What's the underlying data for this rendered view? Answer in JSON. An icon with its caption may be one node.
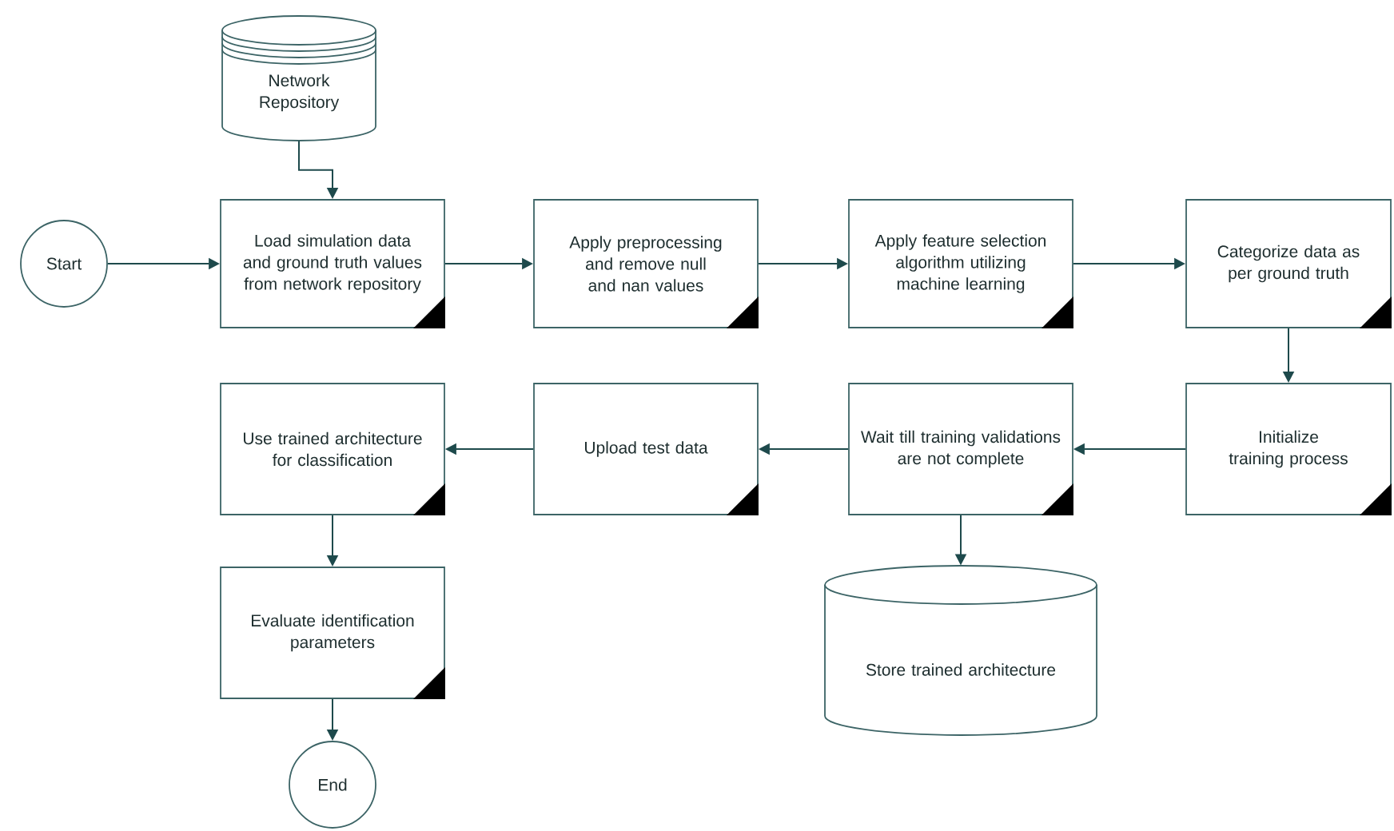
{
  "diagram": {
    "nodes": [
      {
        "text": [
          "Network Repository"
        ]
      },
      {
        "text": [
          "Start"
        ]
      },
      {
        "text": [
          "Load simulation data and ground truth values from network repository"
        ]
      },
      {
        "text": [
          "Apply preprocessing and remove null and nan values"
        ]
      },
      {
        "text": [
          "Apply feature selection algorithm utilizing machine learning"
        ]
      },
      {
        "text": [
          "Categorize data as per ground truth"
        ]
      },
      {
        "text": [
          "Initialize training process"
        ]
      },
      {
        "text": [
          "Wait till training validations are not complete"
        ]
      },
      {
        "text": [
          "Upload test data"
        ]
      },
      {
        "text": [
          "Use trained architecture for classification"
        ]
      },
      {
        "text": [
          "Store trained architecture"
        ]
      },
      {
        "text": [
          "Evaluate identification parameters"
        ]
      },
      {
        "text": [
          "End"
        ]
      }
    ],
    "edges": [
      {
        "from": 0,
        "to": 2,
        "arrow": "to"
      },
      {
        "from": 1,
        "to": 2,
        "arrow": "to"
      },
      {
        "from": 2,
        "to": 3,
        "arrow": "to"
      },
      {
        "from": 3,
        "to": 4,
        "arrow": "to"
      },
      {
        "from": 4,
        "to": 5,
        "arrow": "to"
      },
      {
        "from": 5,
        "to": 6,
        "arrow": "to"
      },
      {
        "from": 6,
        "to": 7,
        "arrow": "to"
      },
      {
        "from": 7,
        "to": 8,
        "arrow": "to"
      },
      {
        "from": 8,
        "to": 9,
        "arrow": "to"
      },
      {
        "from": 7,
        "to": 10,
        "arrow": "to"
      },
      {
        "from": 9,
        "to": 11,
        "arrow": "to"
      },
      {
        "from": 11,
        "to": 12,
        "arrow": "to"
      }
    ]
  }
}
